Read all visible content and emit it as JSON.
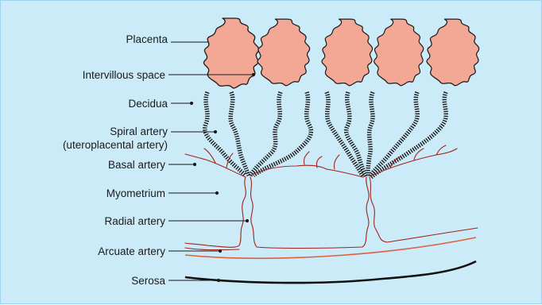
{
  "diagram": {
    "labels": {
      "placenta": "Placenta",
      "intervillous_space": "Intervillous space",
      "decidua": "Decidua",
      "spiral_artery": "Spiral artery",
      "spiral_artery_sub": "(uteroplacental artery)",
      "basal_artery": "Basal artery",
      "myometrium": "Myometrium",
      "radial_artery": "Radial artery",
      "arcuate_artery": "Arcuate artery",
      "serosa": "Serosa"
    },
    "colors": {
      "background": "#ccebf9",
      "placenta_fill": "#f2a894",
      "artery": "#a2231c",
      "arcuate_artery": "#e0603e",
      "serosa": "#111111",
      "decidua": "#1a1a1a"
    }
  }
}
